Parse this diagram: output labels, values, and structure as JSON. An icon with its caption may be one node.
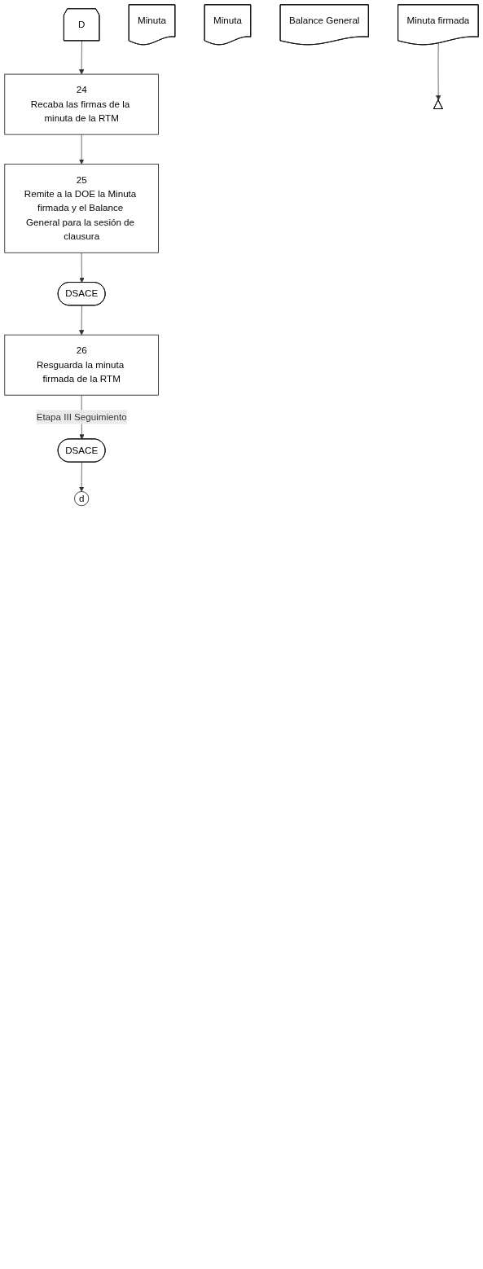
{
  "diagram": {
    "nodes": [
      {
        "text": [
          "D"
        ]
      },
      {
        "text": [
          "24",
          "Recaba las firmas de la minuta de la RTM"
        ]
      },
      {
        "text": [
          "Minuta"
        ]
      },
      {
        "text": [
          "25",
          "Remite a la DOE la Minuta firmada y el Balance General para la sesión de clausura"
        ]
      },
      {
        "text": [
          "Minuta"
        ]
      },
      {
        "text": [
          "Balance General"
        ]
      },
      {
        "text": [
          "DSACE"
        ]
      },
      {
        "text": [
          "26",
          "Resguarda la minuta firmada de la RTM"
        ]
      },
      {
        "text": [
          "Minuta firmada"
        ]
      },
      {
        "text": [],
        "shape": "triangle"
      },
      {
        "text": [
          "DSACE"
        ]
      },
      {
        "text": [
          "d"
        ]
      }
    ],
    "edges": [
      {
        "from": 0,
        "to": 1,
        "arrow": "to"
      },
      {
        "from": 1,
        "to": 3,
        "arrow": "to"
      },
      {
        "from": 3,
        "to": 6,
        "arrow": "to"
      },
      {
        "from": 6,
        "to": 7,
        "arrow": "to"
      },
      {
        "from": 7,
        "to": 10,
        "arrow": "to",
        "label": "Etapa III Seguimiento"
      },
      {
        "from": 8,
        "to": 9,
        "arrow": "to"
      },
      {
        "from": 10,
        "to": 11,
        "arrow": "to"
      }
    ]
  }
}
